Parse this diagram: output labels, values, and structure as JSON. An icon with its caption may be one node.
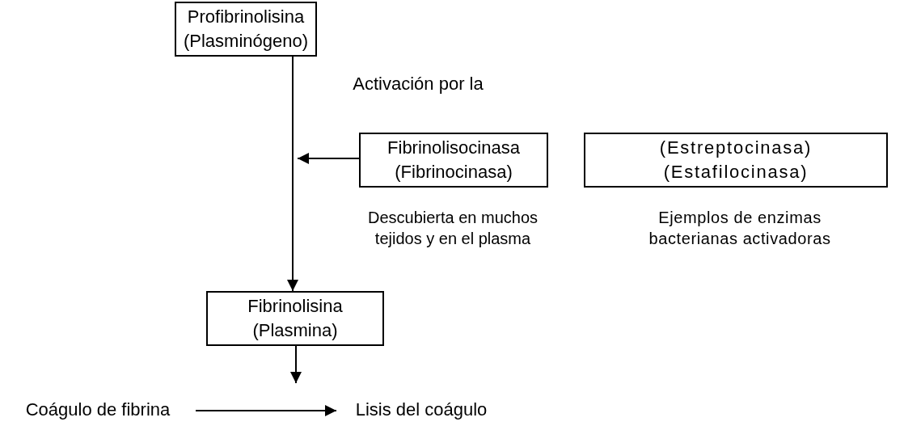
{
  "diagram": {
    "nodes": [
      {
        "text": [
          "Profibrinolisina (Plasminógeno)"
        ]
      },
      {
        "text": [
          "Fibrinolisocinasa (Fibrinocinasa)"
        ],
        "beside": [
          "Descubierta en muchos tejidos y en el plasma"
        ]
      },
      {
        "text": [
          "(Estreptocinasa) (Estafilocinasa)"
        ],
        "beside": [
          "Ejemplos de enzimas bacterianas activadoras"
        ]
      },
      {
        "text": [
          "Fibrinolisina (Plasmina)"
        ]
      },
      {
        "text": [
          "Coágulo de fibrina"
        ]
      },
      {
        "text": [
          "Lisis del coágulo"
        ]
      }
    ],
    "edges": [
      {
        "from": 0,
        "to": 3,
        "arrow": "to"
      },
      {
        "from": 1,
        "to": null,
        "arrow": "to"
      },
      {
        "from": 3,
        "to": null,
        "arrow": "to"
      },
      {
        "from": 4,
        "to": 5,
        "arrow": "to"
      }
    ],
    "labels": [
      "Activación por la"
    ]
  }
}
